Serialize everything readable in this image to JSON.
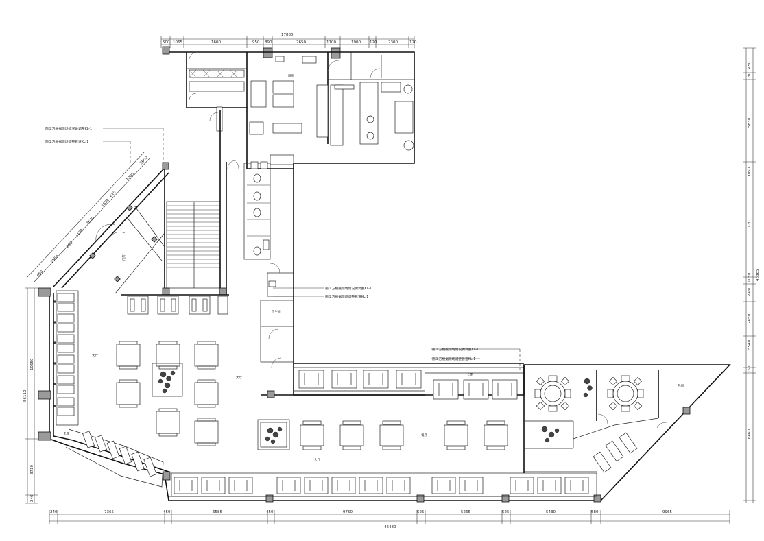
{
  "top_dimensions": {
    "overall": "17880",
    "segments": [
      "500",
      "1065",
      "1600",
      "950",
      "890",
      "2650",
      "1100",
      "1900",
      "120",
      "2300",
      "120"
    ]
  },
  "bottom_dimensions": {
    "overall": "46480",
    "segments": [
      "240",
      "7365",
      "450",
      "6585",
      "450",
      "9750",
      "525",
      "5265",
      "525",
      "5430",
      "580",
      "9965"
    ]
  },
  "left_dimensions": {
    "overall": "56110",
    "segments": [
      "10650",
      "3710",
      "240"
    ]
  },
  "right_dimensions": {
    "overall": "48365",
    "segments": [
      "450",
      "120",
      "5830",
      "3050",
      "120",
      "1050",
      "2460",
      "2450",
      "5540",
      "150",
      "6460"
    ]
  },
  "diagonal_dimensions": [
    "650",
    "2550",
    "850",
    "1150",
    "2630",
    "1650",
    "620",
    "1000",
    "3600"
  ],
  "notes": [
    "施工方根据现场情况做调整KL-1",
    "施工方根据现场调整管道KL-1",
    "施工方根据现场情况做调整KL-1",
    "施工方根据现场调整管道KL-1",
    "施工方根据现场情况做调整KL-1",
    "施工方根据现场调整管道KL-1"
  ],
  "rooms": {
    "entrance": "门厅",
    "hall_a": "大厅",
    "hall_b": "餐厅",
    "booth": "卡座",
    "private_room": "包间",
    "kitchen": "厨房",
    "toilet": "卫生间"
  }
}
